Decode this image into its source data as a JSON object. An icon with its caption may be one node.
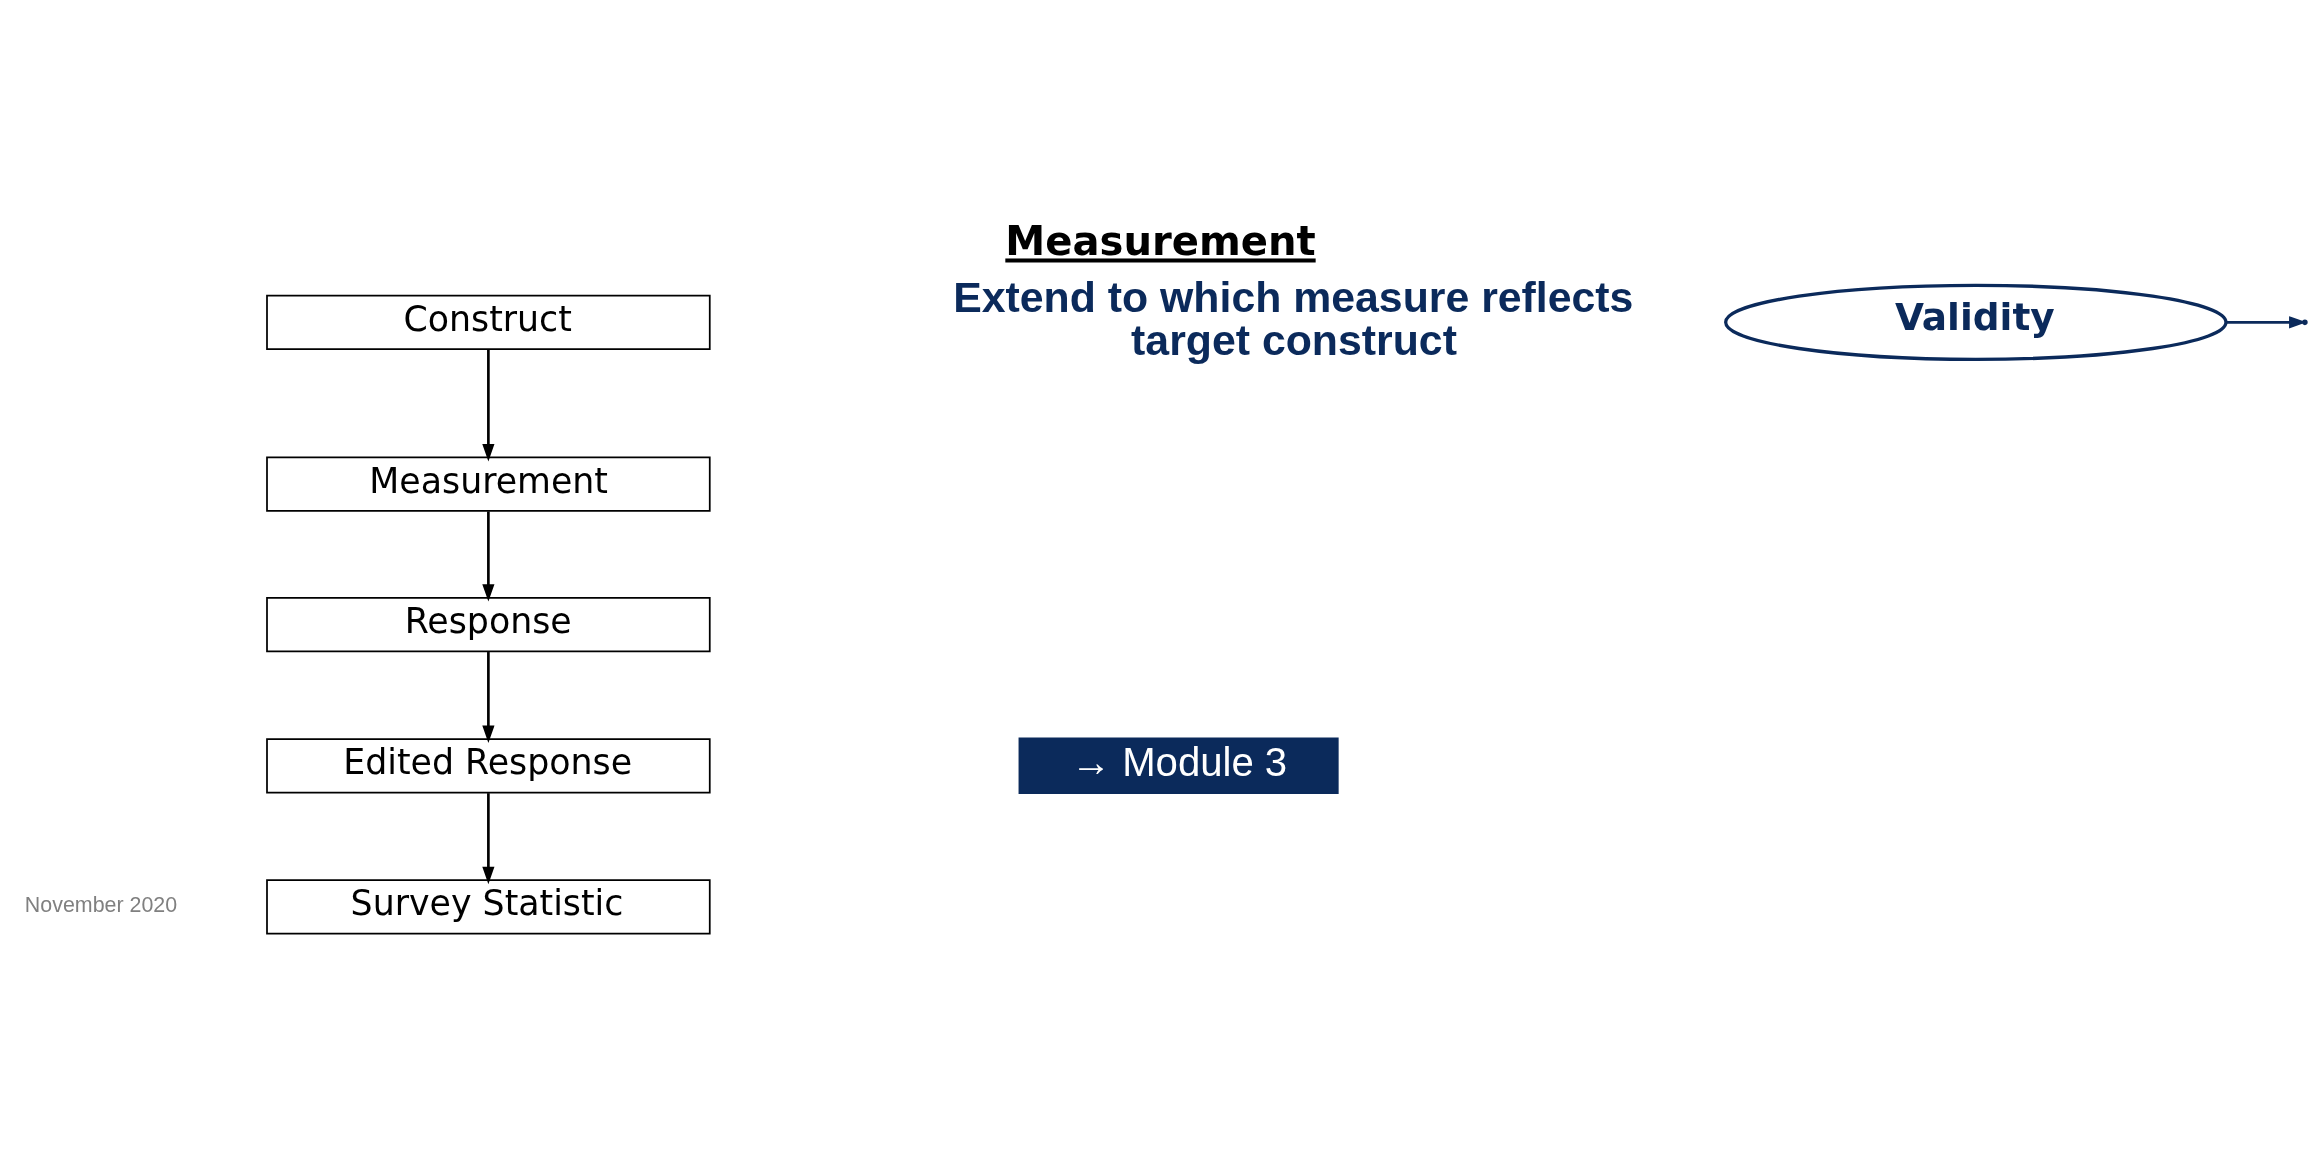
{
  "diagram": {
    "title": "Measurement",
    "nodes": [
      {
        "text": [
          "Construct"
        ]
      },
      {
        "text": [
          "Measurement"
        ]
      },
      {
        "text": [
          "Response"
        ]
      },
      {
        "text": [
          "Edited Response"
        ]
      },
      {
        "text": [
          "Survey Statistic"
        ]
      },
      {
        "text": [
          "Validity"
        ]
      },
      {
        "text": [
          "→ Module 3"
        ]
      }
    ],
    "edges": [
      {
        "from": 0,
        "to": 1,
        "arrow": "to"
      },
      {
        "from": 1,
        "to": 2,
        "arrow": "to"
      },
      {
        "from": 2,
        "to": 3,
        "arrow": "to"
      },
      {
        "from": 3,
        "to": 4,
        "arrow": "to"
      },
      {
        "from": 5,
        "to": null,
        "arrow": "to",
        "color": "#0b2a5b"
      }
    ],
    "labels": [
      "Extend to which measure reflects target construct",
      "November 2020"
    ]
  }
}
